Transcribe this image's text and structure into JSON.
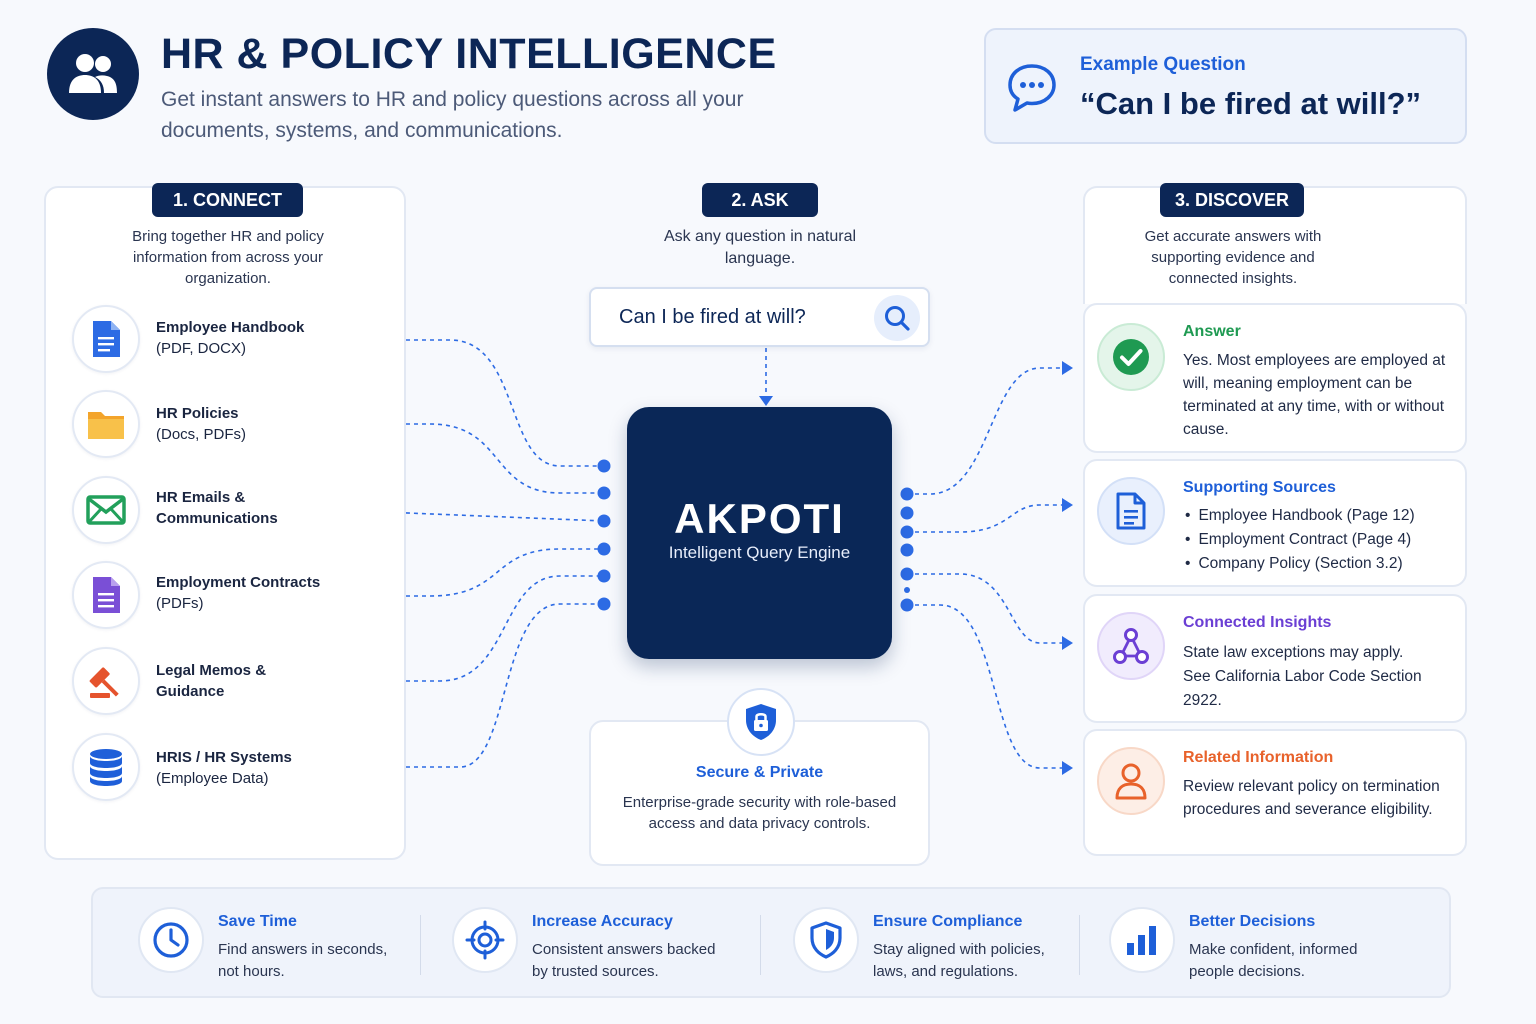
{
  "header": {
    "title": "HR & POLICY INTELLIGENCE",
    "subtitle": "Get instant answers to HR and policy questions across all your documents, systems, and communications."
  },
  "example": {
    "label": "Example Question",
    "question": "“Can I be fired at will?”"
  },
  "connect": {
    "tag": "1. CONNECT",
    "description": "Bring together HR and policy information from across your organization.",
    "sources": [
      {
        "icon": "document-icon",
        "title": "Employee Handbook",
        "detail": "(PDF, DOCX)",
        "color": "#2d6be4"
      },
      {
        "icon": "folder-icon",
        "title": "HR Policies",
        "detail": "(Docs, PDFs)",
        "color": "#f6b73c"
      },
      {
        "icon": "envelope-icon",
        "title": "HR Emails &",
        "detail": "Communications",
        "color": "#22a05b"
      },
      {
        "icon": "contract-icon",
        "title": "Employment Contracts",
        "detail": "(PDFs)",
        "color": "#7a4fd6"
      },
      {
        "icon": "gavel-icon",
        "title": "Legal Memos &",
        "detail": "Guidance",
        "color": "#e5532d"
      },
      {
        "icon": "database-icon",
        "title": "HRIS / HR Systems",
        "detail": "(Employee Data)",
        "color": "#1f5fd9"
      }
    ]
  },
  "ask": {
    "tag": "2. ASK",
    "description": "Ask any question in natural language.",
    "search_value": "Can I be fired at will?"
  },
  "engine": {
    "name": "AKPOTI",
    "subtitle": "Intelligent Query Engine"
  },
  "secure": {
    "title": "Secure & Private",
    "description": "Enterprise-grade security with role-based access and data privacy controls."
  },
  "discover": {
    "tag": "3. DISCOVER",
    "description": "Get accurate answers with supporting evidence and connected insights.",
    "answer": {
      "title": "Answer",
      "text": "Yes. Most employees are employed at will, meaning employment can be terminated at any time, with or without cause.",
      "color": "#1f9a52"
    },
    "sources": {
      "title": "Supporting Sources",
      "items": [
        "Employee Handbook (Page 12)",
        "Employment Contract (Page 4)",
        "Company Policy (Section 3.2)"
      ],
      "color": "#1e5fd8"
    },
    "insights": {
      "title": "Connected Insights",
      "line1": "State law exceptions may apply.",
      "line2": "See California Labor Code Section 2922.",
      "color": "#6b3fd4"
    },
    "related": {
      "title": "Related Information",
      "text": "Review relevant policy on termination procedures and severance eligibility.",
      "color": "#e8622b"
    }
  },
  "benefits": [
    {
      "icon": "clock-icon",
      "title": "Save Time",
      "text": "Find answers in seconds, not hours."
    },
    {
      "icon": "target-icon",
      "title": "Increase Accuracy",
      "text": "Consistent answers backed by trusted sources."
    },
    {
      "icon": "shield-icon",
      "title": "Ensure Compliance",
      "text": "Stay aligned with policies, laws, and regulations."
    },
    {
      "icon": "bar-chart-icon",
      "title": "Better Decisions",
      "text": "Make confident, informed people decisions."
    }
  ],
  "colors": {
    "navy": "#0c2656",
    "accent_blue": "#1e5fd8",
    "connector": "#2d6be4"
  }
}
